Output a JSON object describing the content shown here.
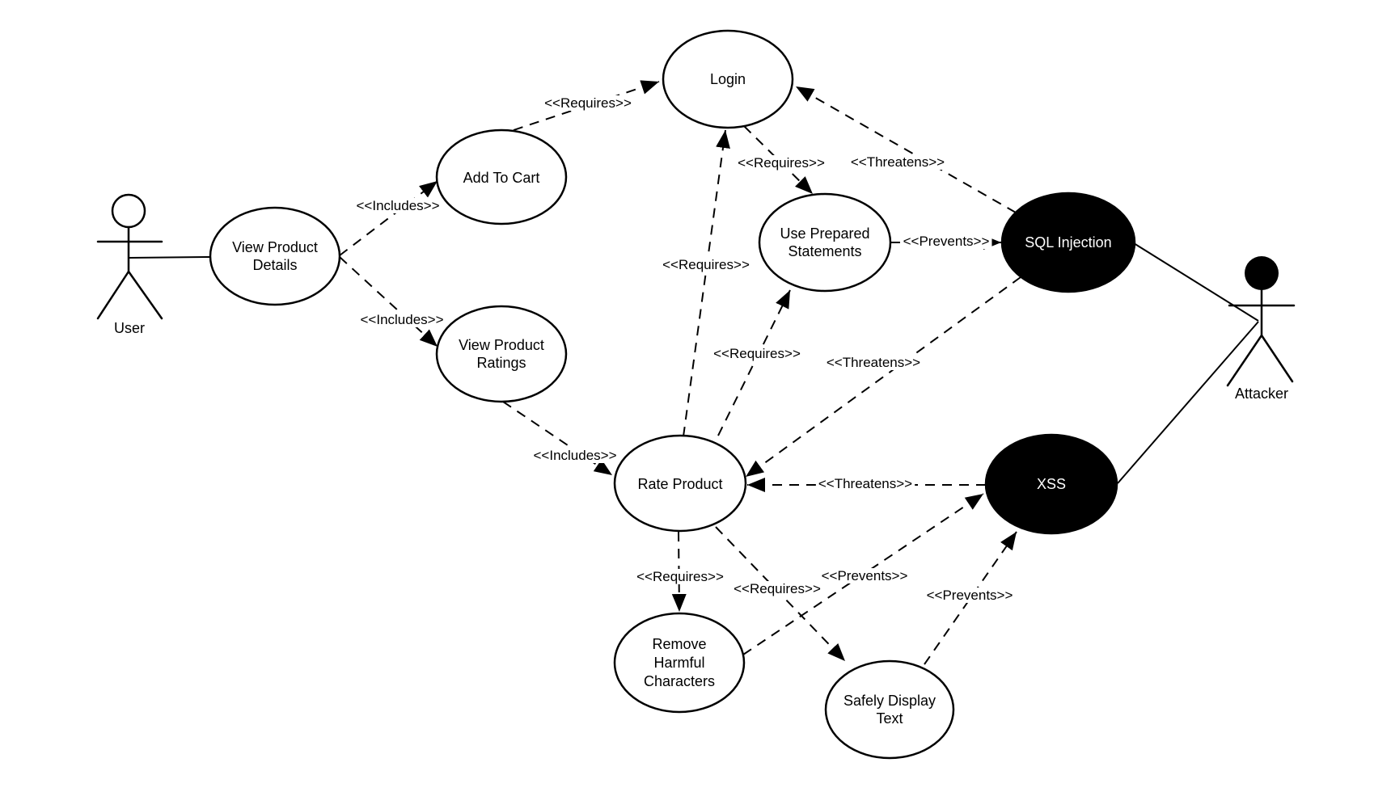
{
  "diagram": {
    "colors": {
      "background": "#ffffff",
      "line": "#000000",
      "node_fill": "#ffffff",
      "node_stroke": "#000000",
      "threat_node_fill": "#000000",
      "threat_node_text": "#ffffff"
    },
    "actors": [
      {
        "label": "User",
        "head_filled": false
      },
      {
        "label": "Attacker",
        "head_filled": true
      }
    ],
    "use_cases": [
      {
        "lines": [
          "View Product",
          "Details"
        ],
        "threat": false
      },
      {
        "lines": [
          "Add To Cart"
        ],
        "threat": false
      },
      {
        "lines": [
          "Login"
        ],
        "threat": false
      },
      {
        "lines": [
          "View Product",
          "Ratings"
        ],
        "threat": false
      },
      {
        "lines": [
          "Use Prepared",
          "Statements"
        ],
        "threat": false
      },
      {
        "lines": [
          "SQL Injection"
        ],
        "threat": true
      },
      {
        "lines": [
          "Rate Product"
        ],
        "threat": false
      },
      {
        "lines": [
          "XSS"
        ],
        "threat": true
      },
      {
        "lines": [
          "Remove",
          "Harmful",
          "Characters"
        ],
        "threat": false
      },
      {
        "lines": [
          "Safely Display",
          "Text"
        ],
        "threat": false
      }
    ],
    "relationships": [
      {
        "from": "View Product Details",
        "to": "Add To Cart",
        "label": "<<Includes>>"
      },
      {
        "from": "Add To Cart",
        "to": "Login",
        "label": "<<Requires>>"
      },
      {
        "from": "View Product Details",
        "to": "View Product Ratings",
        "label": "<<Includes>>"
      },
      {
        "from": "View Product Ratings",
        "to": "Rate Product",
        "label": "<<Includes>>"
      },
      {
        "from": "Rate Product",
        "to": "Login",
        "label": "<<Requires>>"
      },
      {
        "from": "Rate Product",
        "to": "Use Prepared Statements",
        "label": "<<Requires>>"
      },
      {
        "from": "Login",
        "to": "Use Prepared Statements",
        "label": "<<Requires>>"
      },
      {
        "from": "SQL Injection",
        "to": "Login",
        "label": "<<Threatens>>"
      },
      {
        "from": "Use Prepared Statements",
        "to": "SQL Injection",
        "label": "<<Prevents>>"
      },
      {
        "from": "SQL Injection",
        "to": "Rate Product",
        "label": "<<Threatens>>"
      },
      {
        "from": "XSS",
        "to": "Rate Product",
        "label": "<<Threatens>>"
      },
      {
        "from": "Rate Product",
        "to": "Remove Harmful Characters",
        "label": "<<Requires>>"
      },
      {
        "from": "Rate Product",
        "to": "Safely Display Text",
        "label": "<<Requires>>"
      },
      {
        "from": "Remove Harmful Characters",
        "to": "XSS",
        "label": "<<Prevents>>"
      },
      {
        "from": "Safely Display Text",
        "to": "XSS",
        "label": "<<Prevents>>"
      }
    ],
    "associations": [
      {
        "from": "User",
        "to": "View Product Details"
      },
      {
        "from": "Attacker",
        "to": "SQL Injection"
      },
      {
        "from": "Attacker",
        "to": "XSS"
      }
    ]
  }
}
